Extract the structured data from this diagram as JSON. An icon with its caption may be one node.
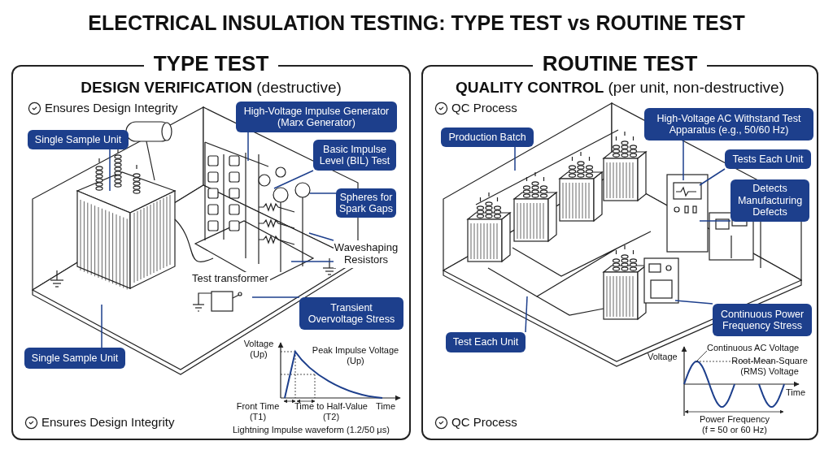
{
  "diagram": {
    "title": "ELECTRICAL INSULATION TESTING: TYPE TEST vs ROUTINE TEST",
    "nodes": [
      {
        "text": [
          "TYPE TEST",
          "**DESIGN VERIFICATION** (destructive)"
        ]
      },
      {
        "text": [
          "Single Sample Unit"
        ],
        "in": 0
      },
      {
        "text": [
          "High-Voltage Impulse Generator (Marx Generator)"
        ],
        "in": 0
      },
      {
        "text": [
          "Basic Impulse Level (BIL) Test"
        ],
        "in": 0
      },
      {
        "text": [
          "Spheres for Spark Gaps"
        ],
        "in": 0
      },
      {
        "text": [
          "Waveshaping Resistors"
        ],
        "in": 0
      },
      {
        "text": [
          "Transient Overvoltage Stress"
        ],
        "in": 0
      },
      {
        "text": [
          "Single Sample Unit"
        ],
        "in": 0
      },
      {
        "text": [
          "ROUTINE TEST",
          "**QUALITY CONTROL** (per unit, non-destructive)"
        ]
      },
      {
        "text": [
          "Production Batch"
        ],
        "in": 8
      },
      {
        "text": [
          "High-Voltage AC Withstand Test Apparatus (e.g., 50/60 Hz)"
        ],
        "in": 8
      },
      {
        "text": [
          "Tests Each Unit"
        ],
        "in": 8
      },
      {
        "text": [
          "Detects Manufacturing Defects"
        ],
        "in": 8
      },
      {
        "text": [
          "Continuous Power Frequency Stress"
        ],
        "in": 8
      },
      {
        "text": [
          "Test Each Unit"
        ],
        "in": 8
      },
      {
        "text": [
          "Test transformer"
        ],
        "in": 0
      }
    ],
    "edges": [
      {
        "from": 1,
        "to": null,
        "arrow": "none"
      },
      {
        "from": 2,
        "to": null,
        "arrow": "none"
      },
      {
        "from": 3,
        "to": null,
        "arrow": "none"
      },
      {
        "from": 4,
        "to": null,
        "arrow": "none"
      },
      {
        "from": 5,
        "to": null,
        "arrow": "none"
      },
      {
        "from": 5,
        "to": null,
        "arrow": "none"
      },
      {
        "from": 6,
        "to": 15,
        "arrow": "none"
      },
      {
        "from": 7,
        "to": null,
        "arrow": "none"
      },
      {
        "from": 9,
        "to": null,
        "arrow": "none"
      },
      {
        "from": 10,
        "to": null,
        "arrow": "none"
      },
      {
        "from": 11,
        "to": null,
        "arrow": "none"
      },
      {
        "from": 12,
        "to": null,
        "arrow": "none"
      },
      {
        "from": 13,
        "to": null,
        "arrow": "none"
      },
      {
        "from": 14,
        "to": null,
        "arrow": "none"
      }
    ],
    "labels": [
      "Ensures Design Integrity",
      "Voltage (Up)",
      "Peak Impulse Voltage (Up)",
      "Front Time (T1)",
      "Time to Half-Value (T2)",
      "Time",
      "Lightning Impulse waveform (1.2/50 μs)",
      "Ensures Design Integrity",
      "QC Process",
      "Voltage",
      "Continuous AC Voltage",
      "Root-Mean-Square (RMS) Voltage",
      "Time",
      "Power Frequency (f = 50 or 60 Hz)",
      "QC Process"
    ]
  }
}
